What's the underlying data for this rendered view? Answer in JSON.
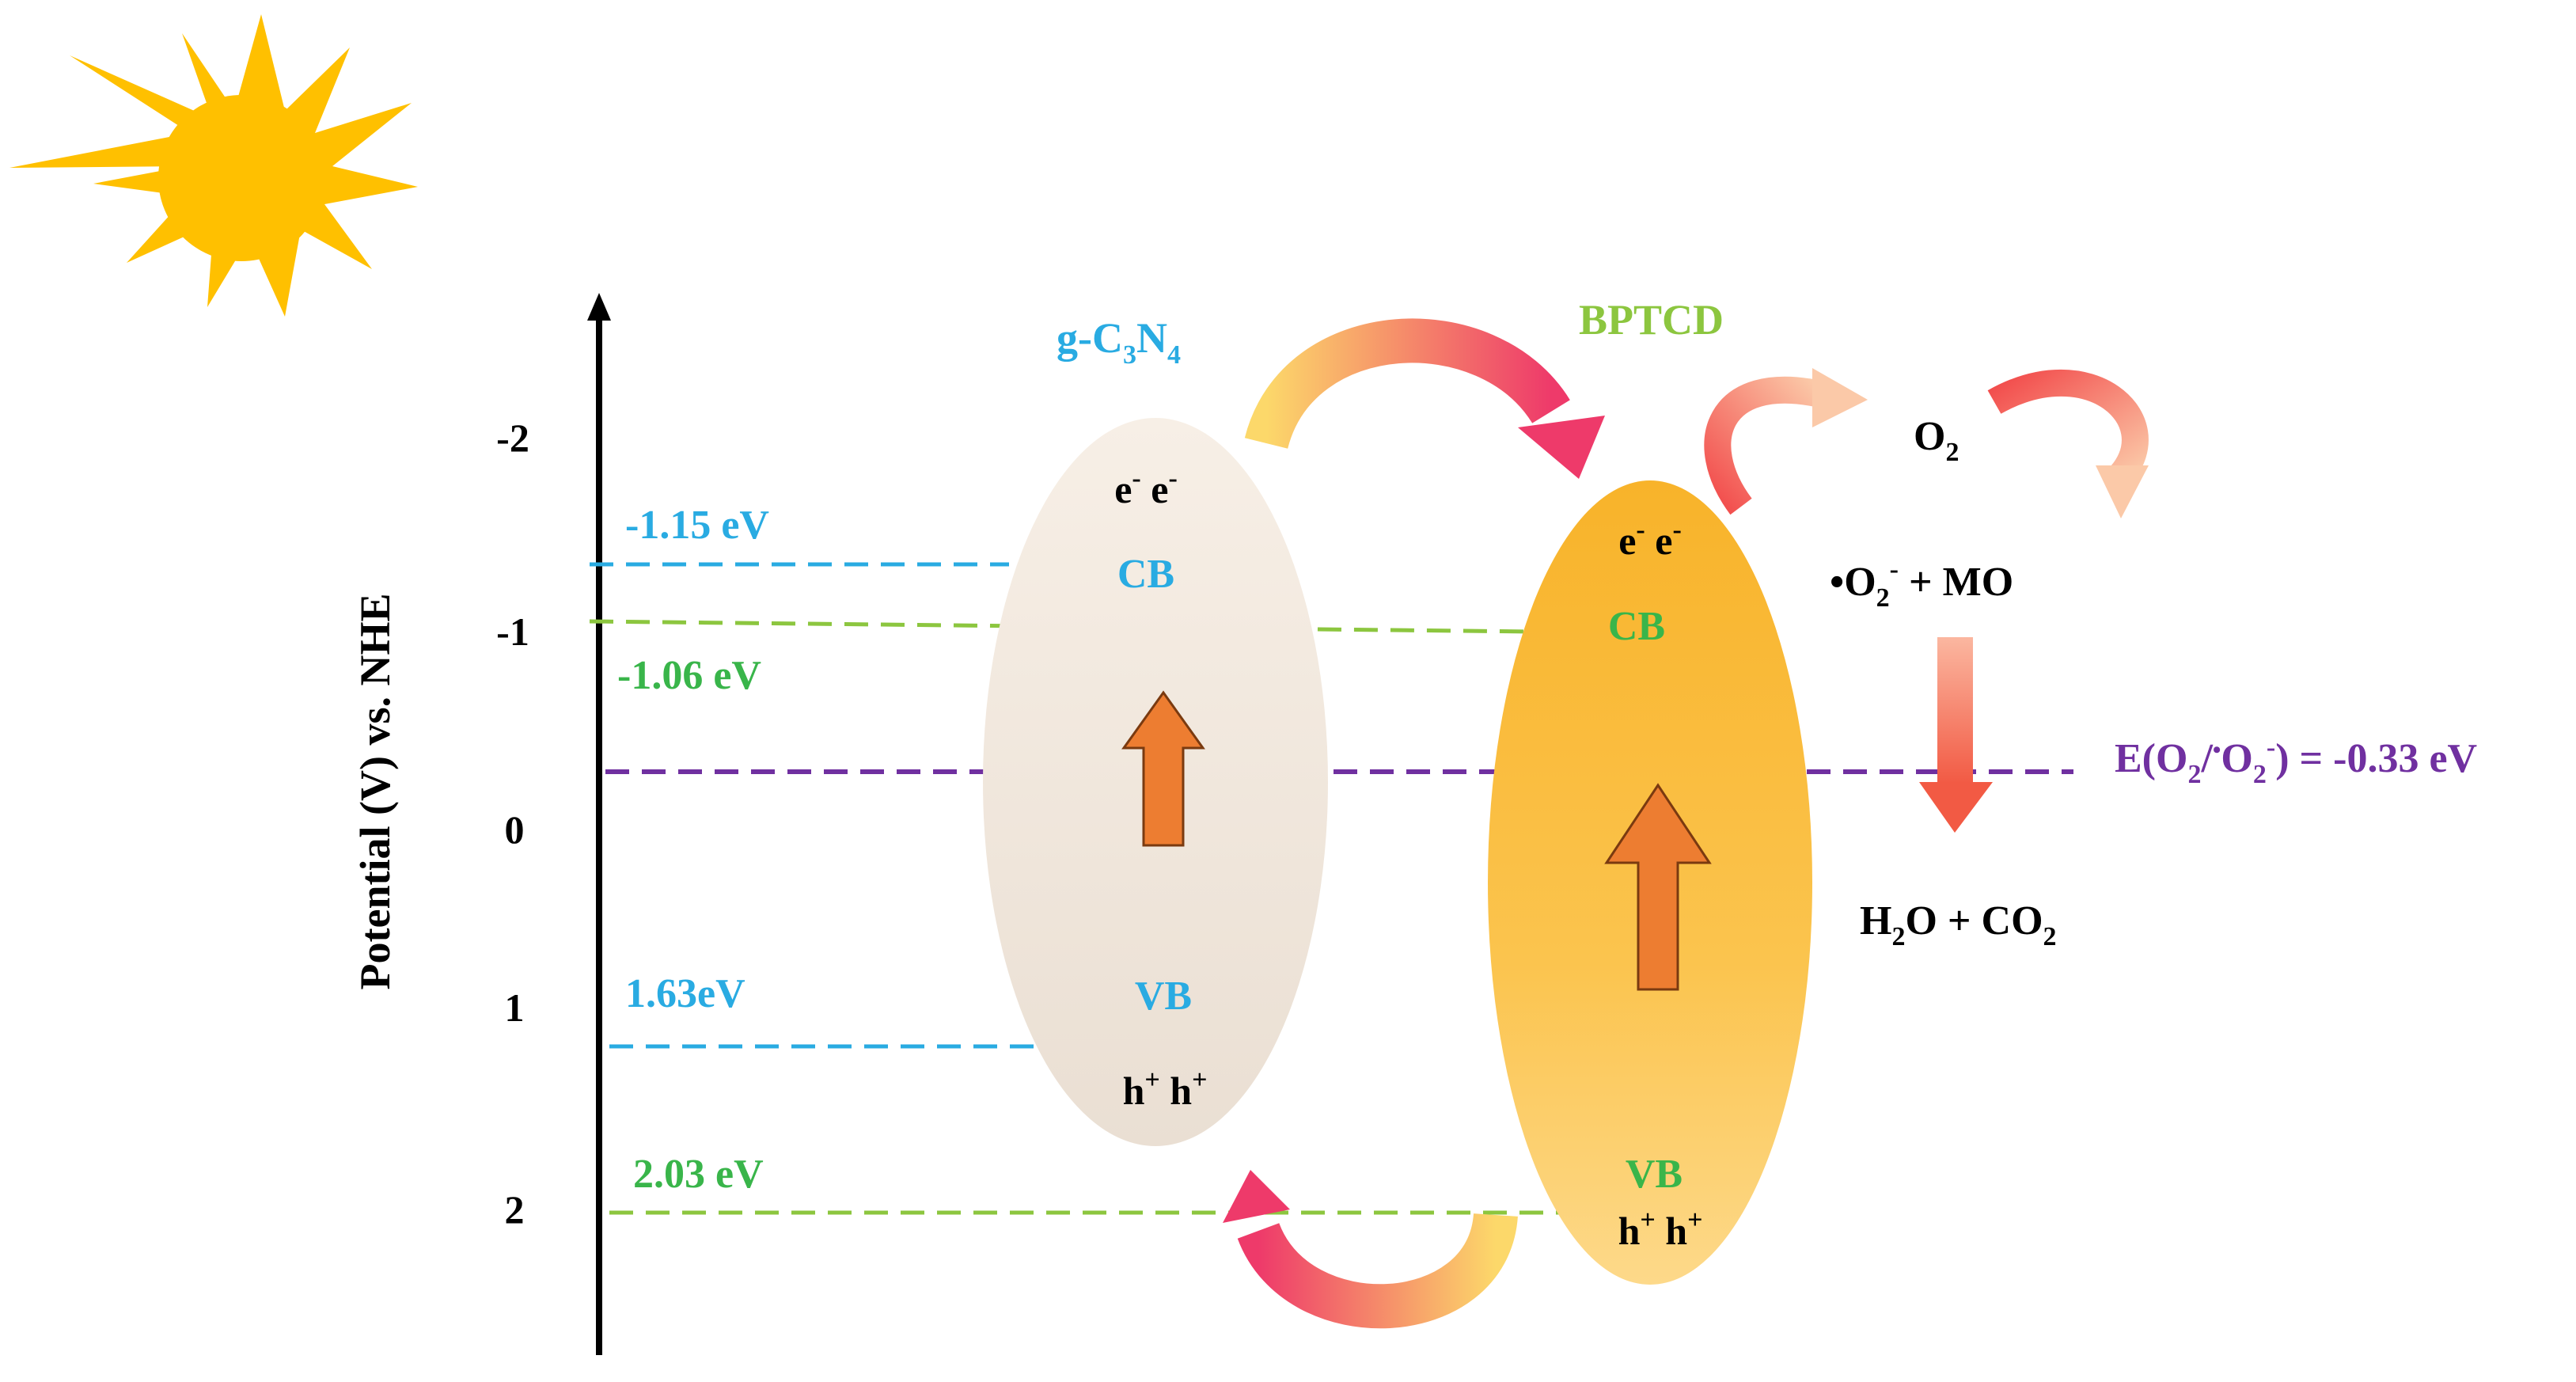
{
  "axis": {
    "label": "Potential (V) vs. NHE",
    "ticks": [
      "-2",
      "-1",
      "0",
      "1",
      "2"
    ]
  },
  "materials": {
    "gcn": {
      "name": "g-C",
      "sub1": "3",
      "mid": "N",
      "sub2": "4"
    },
    "bptcd": {
      "name": "BPTCD"
    }
  },
  "levels": {
    "gcn_cb": "-1.15 eV",
    "bptcd_cb": "-1.06 eV",
    "gcn_vb": "1.63eV",
    "bptcd_vb": "2.03 eV"
  },
  "bands": {
    "cb": "CB",
    "vb": "VB",
    "electron": "e",
    "electron_sup": "-",
    "hole": "h",
    "hole_sup": "+"
  },
  "reactions": {
    "o2": "O",
    "o2_sub": "2",
    "radical_mo_pre": "•O",
    "radical_mo_sub": "2",
    "radical_mo_sup": "-",
    "radical_mo_post": " + MO",
    "products_a": "H",
    "products_a_sub": "2",
    "products_b": "O + CO",
    "products_b_sub": "2"
  },
  "redox": {
    "pre": "E(O",
    "sub1": "2",
    "mid": "/",
    "sup1": "•",
    "o": "O",
    "sub2": "2",
    "sup2": "-",
    "post": ") = -0.33 eV"
  },
  "colors": {
    "blue": "#29abe2",
    "green": "#39b54a",
    "bptcd_green": "#8cc63f",
    "purple": "#7030a0",
    "orange_arrow": "#ed7d31",
    "sun": "#ffc000"
  }
}
